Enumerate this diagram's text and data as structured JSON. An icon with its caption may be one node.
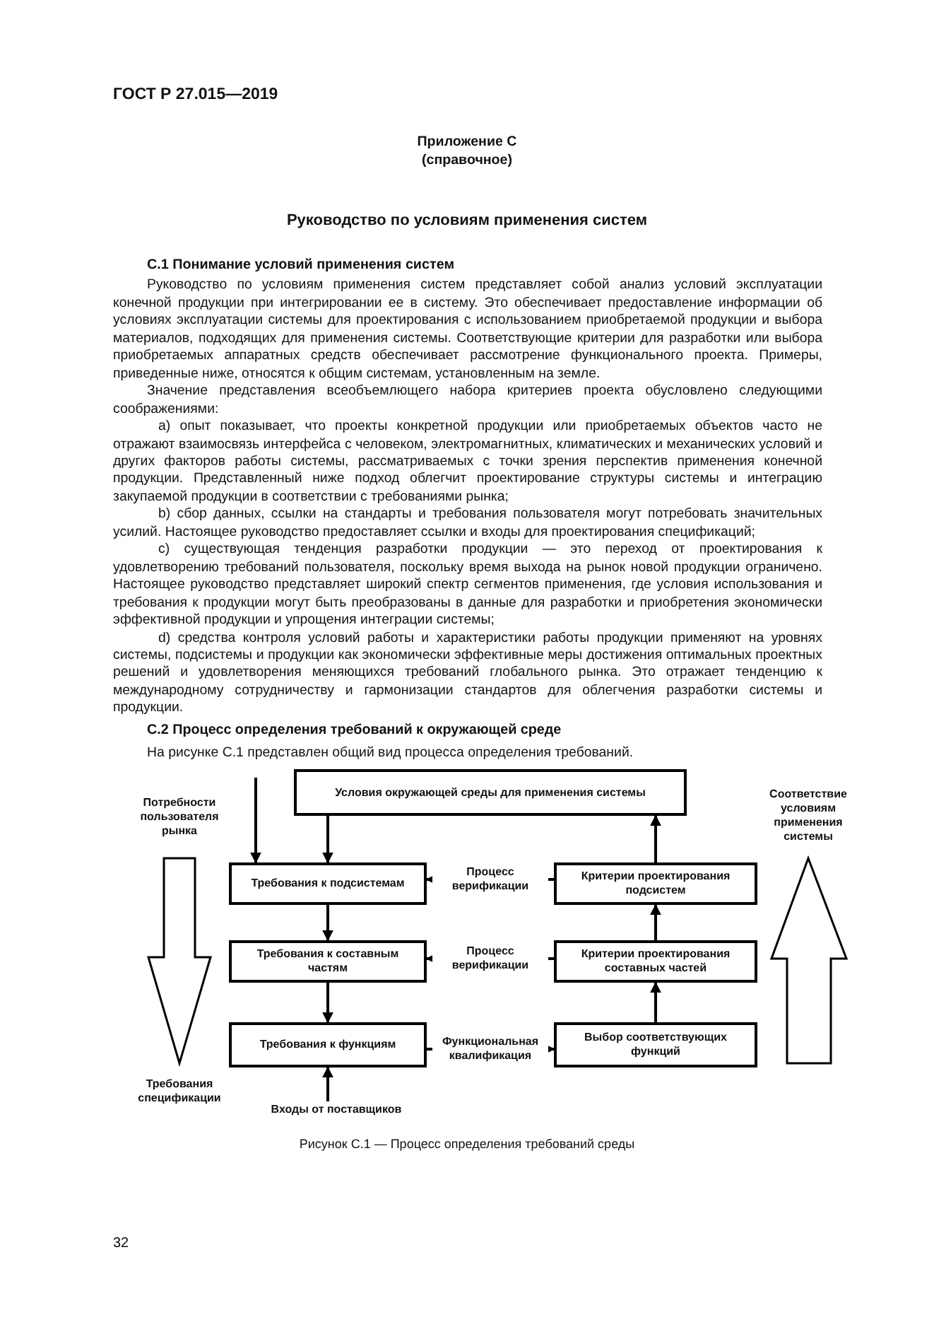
{
  "diagram": {
    "title": "Руководство по условиям применения систем",
    "caption": "Рисунок С.1 — Процесс определения требований среды",
    "nodes": [
      {
        "text": [
          "Условия окружающей среды для применения системы"
        ]
      },
      {
        "text": [
          "Требования к подсистемам"
        ]
      },
      {
        "text": [
          "Требования к составным частям"
        ]
      },
      {
        "text": [
          "Требования к функциям"
        ]
      },
      {
        "text": [
          "Критерии проектирования подсистем"
        ]
      },
      {
        "text": [
          "Критерии проектирования составных частей"
        ]
      },
      {
        "text": [
          "Выбор соответствующих функций"
        ]
      },
      {
        "text": [
          "Входы от поставщиков"
        ]
      }
    ],
    "edges": [
      {
        "from": 0,
        "to": 1,
        "arrow": "to"
      },
      {
        "from": null,
        "to": 1,
        "arrow": "to"
      },
      {
        "from": 1,
        "to": 2,
        "arrow": "to"
      },
      {
        "from": 2,
        "to": 3,
        "arrow": "to"
      },
      {
        "from": 7,
        "to": 3,
        "arrow": "to"
      },
      {
        "from": 6,
        "to": 5,
        "arrow": "to"
      },
      {
        "from": 5,
        "to": 4,
        "arrow": "to"
      },
      {
        "from": 4,
        "to": 0,
        "arrow": "to"
      },
      {
        "from": 4,
        "to": 1,
        "arrow": "to",
        "label": "Процесс верификации"
      },
      {
        "from": 5,
        "to": 2,
        "arrow": "to",
        "label": "Процесс верификации"
      },
      {
        "from": 3,
        "to": 6,
        "arrow": "to",
        "label": "Функциональная квалификация"
      }
    ],
    "labels": [
      "ГОСТ Р 27.015—2019",
      "Приложение С",
      "(справочное)",
      "С.1 Понимание условий применения систем",
      "Руководство по условиям применения систем представляет собой анализ условий эксплуатации конечной продукции при интегрировании ее в систему. Это обеспечивает предоставление информации об условиях эксплуатации системы для проектирования с использованием приобретаемой продукции и выбора материалов, подходящих для применения системы. Соответствующие критерии для разработки или выбора приобретаемых аппаратных средств обеспечивает рассмотрение функционального проекта. Примеры, приведенные ниже, относятся к общим системам, установленным на земле.",
      "Значение представления всеобъемлющего набора критериев проекта обусловлено следующими соображениями:",
      "а) опыт показывает, что проекты конкретной продукции или приобретаемых объектов часто не отражают взаимосвязь интерфейса с человеком, электромагнитных, климатических и механических условий и других факторов работы системы, рассматриваемых с точки зрения перспектив применения конечной продукции. Представленный ниже подход облегчит проектирование структуры системы и интеграцию закупаемой продукции в соответствии с требованиями рынка;",
      "b) сбор данных, ссылки на стандарты и требования пользователя могут потребовать значительных усилий. Настоящее руководство предоставляет ссылки и входы для проектирования спецификаций;",
      "с) существующая тенденция разработки продукции — это переход от проектирования к удовлетворению требований пользователя, поскольку время выхода на рынок новой продукции ограничено. Настоящее руководство представляет широкий спектр сегментов применения, где условия использования и требования к продукции могут быть преобразованы в данные для разработки и приобретения экономически эффективной продукции и упрощения интеграции системы;",
      "d) средства контроля условий работы и характеристики работы продукции применяют на уровнях системы, подсистемы и продукции как экономически эффективные меры достижения оптимальных проектных решений и удовлетворения меняющихся требований глобального рынка. Это отражает тенденцию к международному сотрудничеству и гармонизации стандартов для облегчения разработки системы и продукции.",
      "С.2 Процесс определения требований к окружающей среде",
      "На рисунке С.1 представлен общий вид процесса определения требований.",
      "Потребности пользователя рынка",
      "Соответствие условиям применения системы",
      "Требования спецификации",
      "32"
    ]
  }
}
